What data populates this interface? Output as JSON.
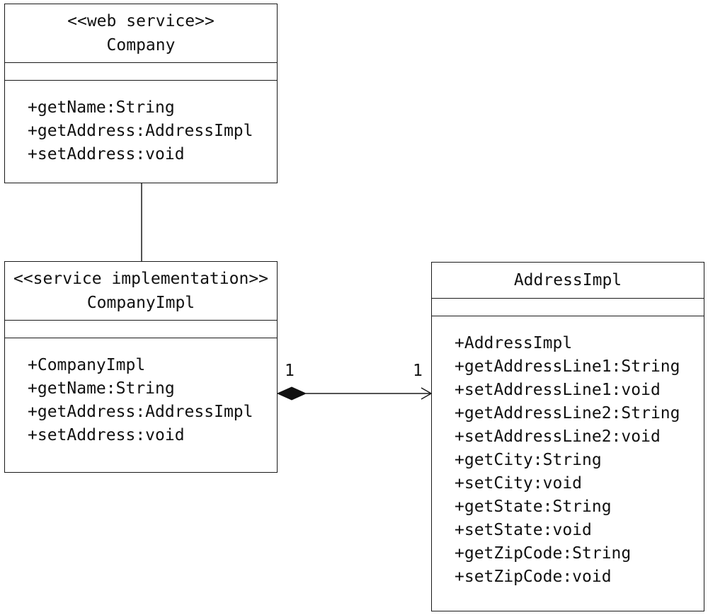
{
  "classes": {
    "company": {
      "stereotype": "<<web service>>",
      "name": "Company",
      "operations": [
        "+getName:String",
        "+getAddress:AddressImpl",
        "+setAddress:void"
      ]
    },
    "company_impl": {
      "stereotype": "<<service implementation>>",
      "name": "CompanyImpl",
      "operations": [
        "+CompanyImpl",
        "+getName:String",
        "+getAddress:AddressImpl",
        "+setAddress:void"
      ]
    },
    "address_impl": {
      "name": "AddressImpl",
      "operations": [
        "+AddressImpl",
        "+getAddressLine1:String",
        "+setAddressLine1:void",
        "+getAddressLine2:String",
        "+setAddressLine2:void",
        "+getCity:String",
        "+setCity:void",
        "+getState:String",
        "+setState:void",
        "+getZipCode:String",
        "+setZipCode:void"
      ]
    }
  },
  "relations": {
    "composition": {
      "source_multiplicity": "1",
      "target_multiplicity": "1"
    }
  }
}
